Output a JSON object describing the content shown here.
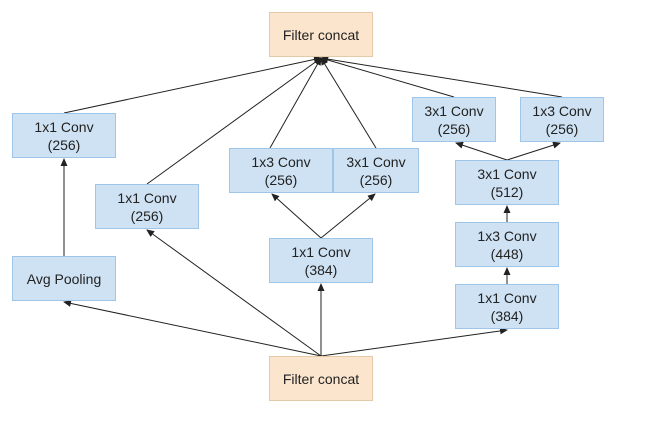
{
  "diagram": {
    "colors": {
      "conv_fill": "#cfe2f3",
      "conv_border": "#9fc5e8",
      "concat_fill": "#fce5cd",
      "concat_border": "#e6c9a8",
      "edge": "#222222"
    },
    "nodes": {
      "concat_top": {
        "line1": "Filter concat"
      },
      "concat_bottom": {
        "line1": "Filter concat"
      },
      "b1_conv": {
        "line1": "1x1 Conv",
        "line2": "(256)"
      },
      "b1_pool": {
        "line1": "Avg Pooling"
      },
      "b2_conv": {
        "line1": "1x1 Conv",
        "line2": "(256)"
      },
      "b3_left": {
        "line1": "1x3 Conv",
        "line2": "(256)"
      },
      "b3_right": {
        "line1": "3x1 Conv",
        "line2": "(256)"
      },
      "b3_base": {
        "line1": "1x1 Conv",
        "line2": "(384)"
      },
      "b4_left": {
        "line1": "3x1 Conv",
        "line2": "(256)"
      },
      "b4_right": {
        "line1": "1x3 Conv",
        "line2": "(256)"
      },
      "b4_mid1": {
        "line1": "3x1 Conv",
        "line2": "(512)"
      },
      "b4_mid2": {
        "line1": "1x3 Conv",
        "line2": "(448)"
      },
      "b4_base": {
        "line1": "1x1 Conv",
        "line2": "(384)"
      }
    }
  }
}
